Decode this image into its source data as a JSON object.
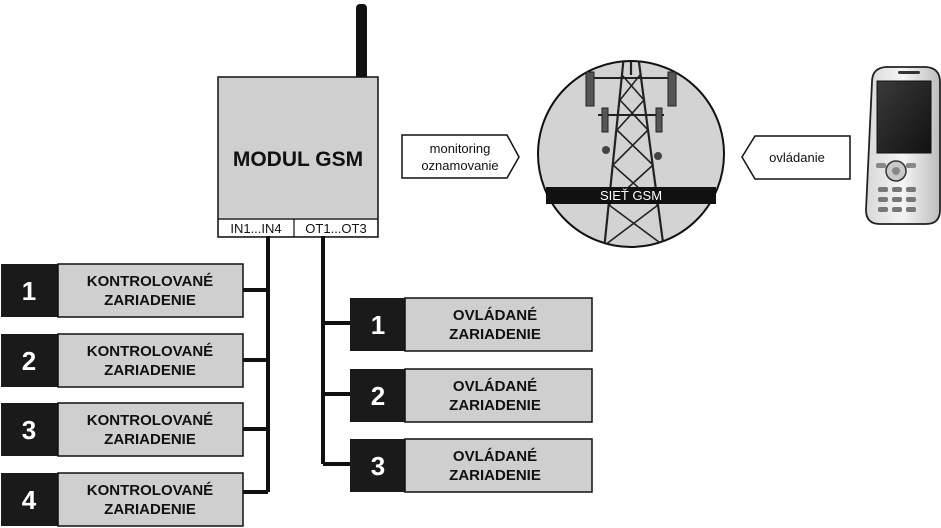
{
  "module": {
    "title": "MODUL GSM",
    "port_in": "IN1...IN4",
    "port_out": "OT1...OT3"
  },
  "arrows": {
    "left_line1": "monitoring",
    "left_line2": "oznamovanie",
    "right": "ovládanie"
  },
  "network": {
    "label": "SIEŤ GSM"
  },
  "monitored_devices": [
    {
      "number": "1",
      "line1": "KONTROLOVANÉ",
      "line2": "ZARIADENIE"
    },
    {
      "number": "2",
      "line1": "KONTROLOVANÉ",
      "line2": "ZARIADENIE"
    },
    {
      "number": "3",
      "line1": "KONTROLOVANÉ",
      "line2": "ZARIADENIE"
    },
    {
      "number": "4",
      "line1": "KONTROLOVANÉ",
      "line2": "ZARIADENIE"
    }
  ],
  "controlled_devices": [
    {
      "number": "1",
      "line1": "OVLÁDANÉ",
      "line2": "ZARIADENIE"
    },
    {
      "number": "2",
      "line1": "OVLÁDANÉ",
      "line2": "ZARIADENIE"
    },
    {
      "number": "3",
      "line1": "OVLÁDANÉ",
      "line2": "ZARIADENIE"
    }
  ]
}
